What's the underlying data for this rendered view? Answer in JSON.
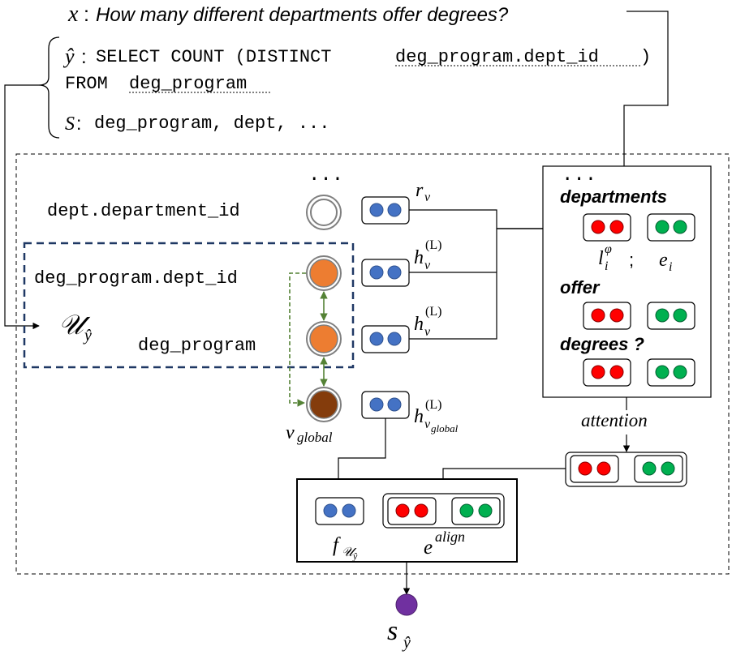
{
  "question": {
    "symbol": "x",
    "sep": ":",
    "text": "How many different departments offer degrees?"
  },
  "sql": {
    "symbol": "ŷ",
    "sep": ":",
    "select_prefix": "SELECT COUNT (DISTINCT ",
    "select_column": "deg_program.dept_id",
    "select_suffix": ")",
    "from_prefix": "FROM ",
    "from_table": "deg_program"
  },
  "schema": {
    "symbol": "S",
    "sep": ":",
    "items": "deg_program, dept, ..."
  },
  "graph": {
    "ellipsis": "...",
    "nodes": [
      {
        "label": "dept.department_id",
        "vector_label": "r",
        "vector_sub": "v",
        "vector_sup": ""
      },
      {
        "label": "deg_program.dept_id",
        "vector_label": "h",
        "vector_sub": "v",
        "vector_sup": "(L)"
      },
      {
        "label": "deg_program",
        "vector_label": "h",
        "vector_sub": "v",
        "vector_sup": "(L)"
      }
    ],
    "global_node": {
      "label": "v",
      "sub": "global",
      "vector_label": "h",
      "vector_sub": "v",
      "vector_subsub": "global",
      "vector_sup": "(L)"
    },
    "subgraph_label": "𝒰",
    "subgraph_sub": "ŷ"
  },
  "tokens": {
    "ellipsis": "...",
    "words": [
      "departments",
      "offer",
      "degrees ?"
    ],
    "l_label": "l",
    "l_sub": "i",
    "l_sup": "φ",
    "separator": ";",
    "e_label": "e",
    "e_sub": "i"
  },
  "attention": {
    "label": "attention"
  },
  "features": {
    "f_label": "f",
    "f_sub": "𝒰",
    "f_subsub": "ŷ",
    "e_label": "e",
    "e_sup": "align"
  },
  "output": {
    "label": "s",
    "sub": "ŷ"
  },
  "colors": {
    "blue": "#4472C4",
    "red": "#FF0000",
    "green": "#00B050",
    "orange": "#ED7D31",
    "brown": "#843C0C",
    "purple": "#7030A0",
    "dashed_blue": "#1F3864",
    "arrow_green": "#548235"
  }
}
